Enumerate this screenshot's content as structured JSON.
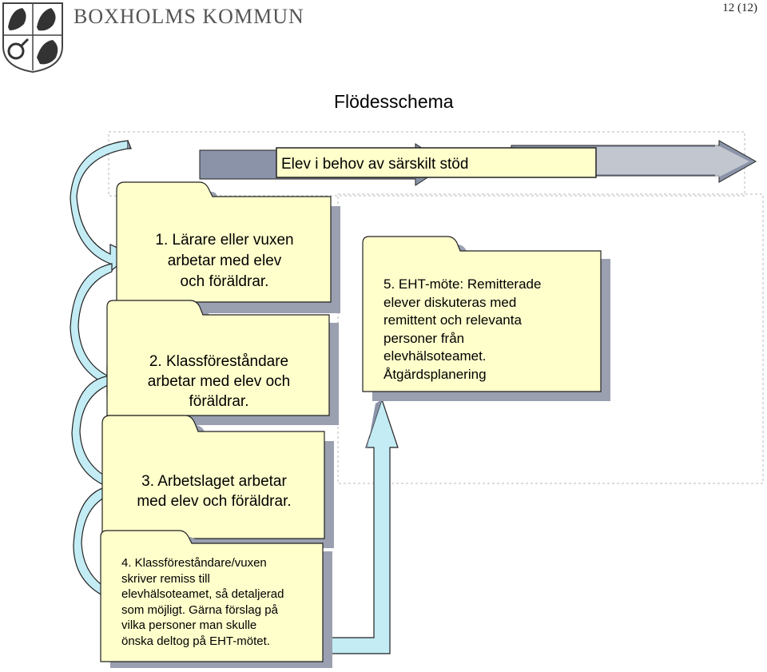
{
  "header": {
    "organization": "BOXHOLMS KOMMUN",
    "page_number": "12 (12)"
  },
  "title": "Flödesschema",
  "banner": {
    "label": "Elev i behov av särskilt stöd"
  },
  "steps": [
    {
      "lines": [
        "1. Lärare eller vuxen",
        "arbetar med elev",
        "och föräldrar."
      ]
    },
    {
      "lines": [
        "2. Klassföreståndare",
        "arbetar med elev och",
        "föräldrar."
      ]
    },
    {
      "lines": [
        "3. Arbetslaget arbetar",
        "med elev och föräldrar."
      ]
    },
    {
      "lines": [
        "4. Klassföreståndare/vuxen",
        "skriver remiss till",
        "elevhälsoteamet, så detaljerad",
        "som möjligt. Gärna förslag på",
        "vilka personer man skulle",
        "önska deltog på EHT-mötet."
      ]
    },
    {
      "lines": [
        "5. EHT-möte: Remitterade",
        "elever diskuteras med",
        "remittent och relevanta",
        "personer från",
        "elevhälsoteamet.",
        "Åtgärdsplanering"
      ]
    }
  ],
  "colors": {
    "folder_fill": "#ffffcc",
    "shadow": "#9aa0b0",
    "arrow_fill": "#c3ecf4",
    "arrow_shade": "#8a93a8",
    "banner_fill": "#ffffcc",
    "dashed_border": "#b8b8b8"
  },
  "icons": [
    "coat-of-arms-icon"
  ]
}
